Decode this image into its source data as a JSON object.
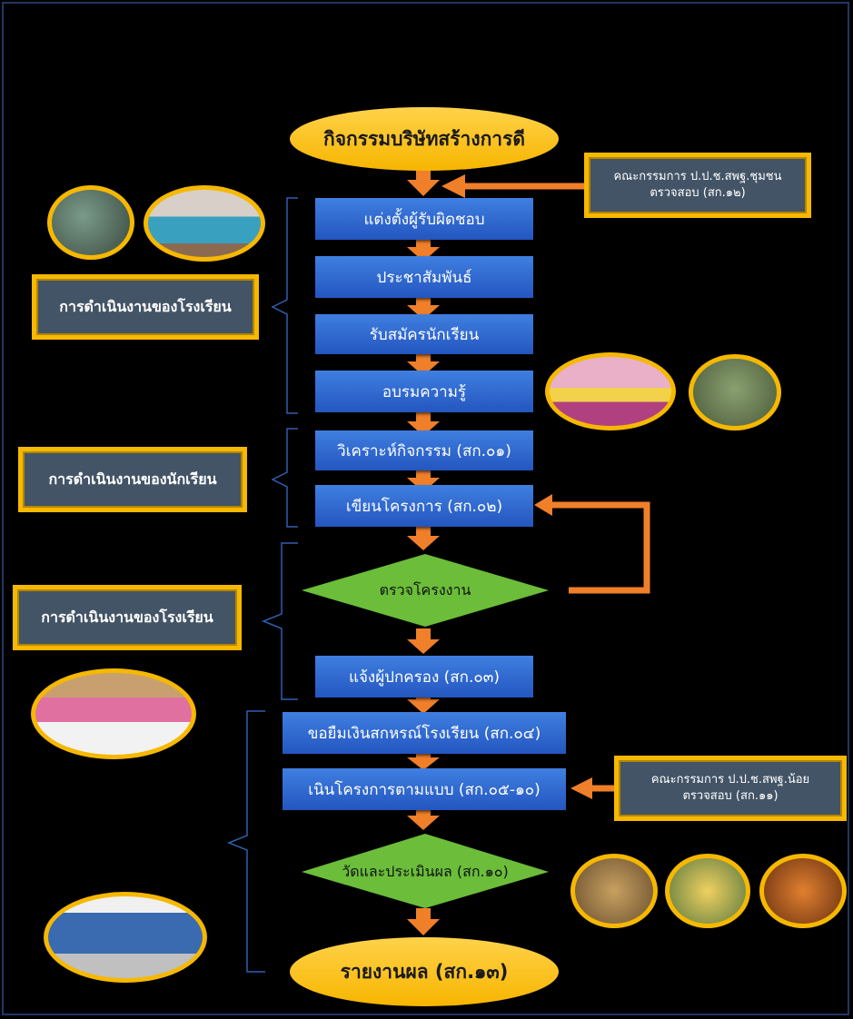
{
  "title": "กิจกรรมบริษัทสร้างการดี",
  "steps": {
    "s1": "แต่งตั้งผู้รับผิดชอบ",
    "s2": "ประชาสัมพันธ์",
    "s3": "รับสมัครนักเรียน",
    "s4": "อบรมความรู้",
    "s5": "วิเคราะห์กิจกรรม (สก.๐๑)",
    "s6": "เขียนโครงการ (สก.๐๒)",
    "d1": "ตรวจโครงงาน",
    "s7": "แจ้งผู้ปกครอง (สก.๐๓)",
    "s8": "ขอยืมเงินสกหรณ์โรงเรียน (สก.๐๔)",
    "s9": "เนินโครงการตามแบบ (สก.๐๕-๑๐)",
    "d2": "วัดและประเมินผล (สก.๑๐)",
    "end": "รายงานผล (สก.๑๓)"
  },
  "notes": {
    "top_line1": "คณะกรรมการ ป.ป.ช.สพฐ.ชุมชน",
    "top_line2": "ตรวจสอบ (สก.๑๒)",
    "mid_line1": "คณะกรรมการ ป.ป.ช.สพฐ.น้อย",
    "mid_line2": "ตรวจสอบ (สก.๑๑)"
  },
  "side_labels": {
    "school1": "การดำเนินงานของโรงเรียน",
    "students": "การดำเนินงานของนักเรียน",
    "school2": "การดำเนินงานของโรงเรียน"
  },
  "colors": {
    "arrow": "#f07f2a",
    "step_blue": "#2f6ad6",
    "diamond_green": "#6bbd3a",
    "ellipse_yellow": "#f8c000",
    "note_bg": "#435466"
  }
}
